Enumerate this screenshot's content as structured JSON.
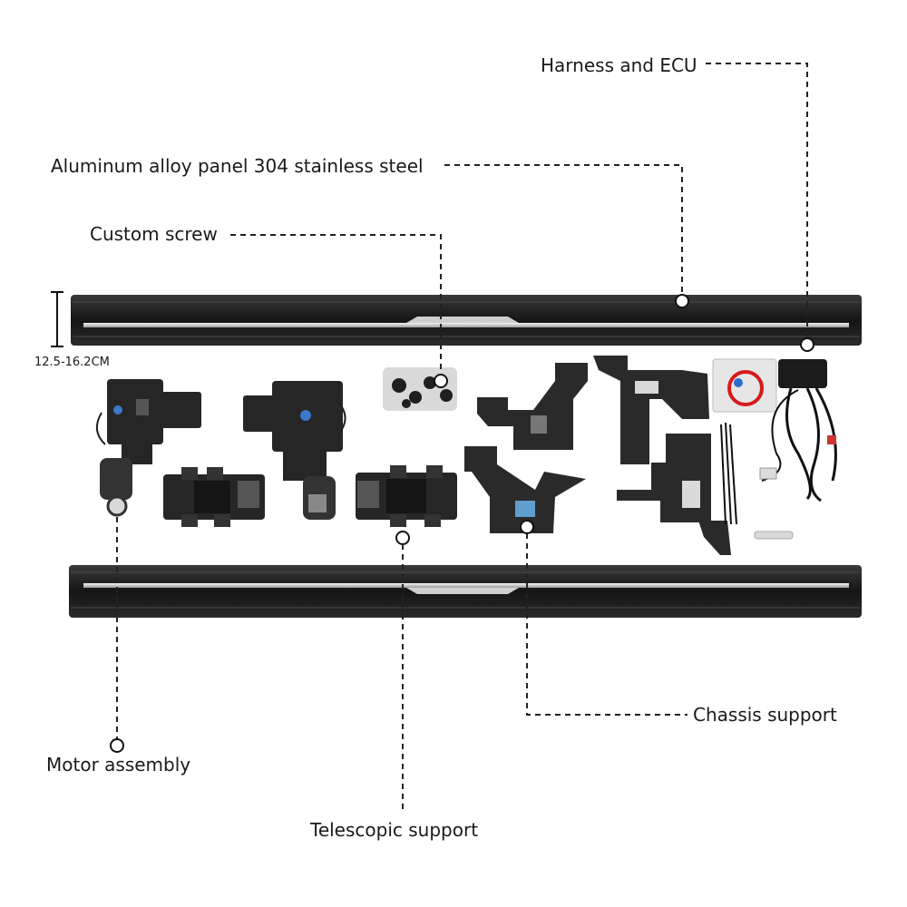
{
  "callouts": {
    "harness_ecu": "Harness and ECU",
    "panel_material": "Aluminum alloy panel  304 stainless steel",
    "custom_screw": "Custom screw",
    "motor_assembly": "Motor assembly",
    "telescopic_support": "Telescopic support",
    "chassis_support": "Chassis support"
  },
  "dimension": {
    "height_range": "12.5-16.2CM"
  },
  "colors": {
    "board_black": "#1c1c1c",
    "stainless_strip": "#d9d9d9",
    "bracket_black": "#262626",
    "leader_line": "#222222"
  }
}
